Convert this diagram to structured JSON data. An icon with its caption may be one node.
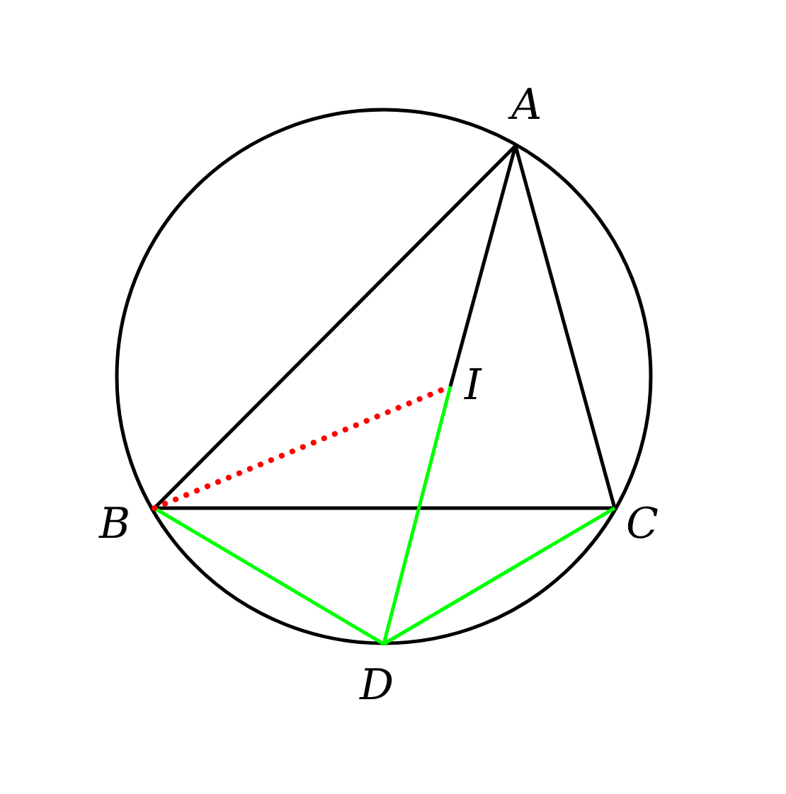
{
  "diagram": {
    "nodes": [
      {
        "text": [
          "A"
        ]
      },
      {
        "text": [
          "B"
        ]
      },
      {
        "text": [
          "C"
        ]
      },
      {
        "text": [
          "I"
        ]
      },
      {
        "text": [
          "D"
        ]
      }
    ],
    "edges": [
      {
        "from": 0,
        "to": 1,
        "arrow": "none"
      },
      {
        "from": 0,
        "to": 2,
        "arrow": "none"
      },
      {
        "from": 1,
        "to": 2,
        "arrow": "none"
      },
      {
        "from": 0,
        "to": 3,
        "arrow": "none"
      },
      {
        "from": 3,
        "to": 4,
        "arrow": "none",
        "color": "#00ff00"
      },
      {
        "from": 1,
        "to": 4,
        "arrow": "none",
        "color": "#00ff00"
      },
      {
        "from": 2,
        "to": 4,
        "arrow": "none",
        "color": "#00ff00"
      },
      {
        "from": 1,
        "to": 3,
        "arrow": "none",
        "style": "dashed",
        "color": "#ff0000"
      }
    ]
  }
}
